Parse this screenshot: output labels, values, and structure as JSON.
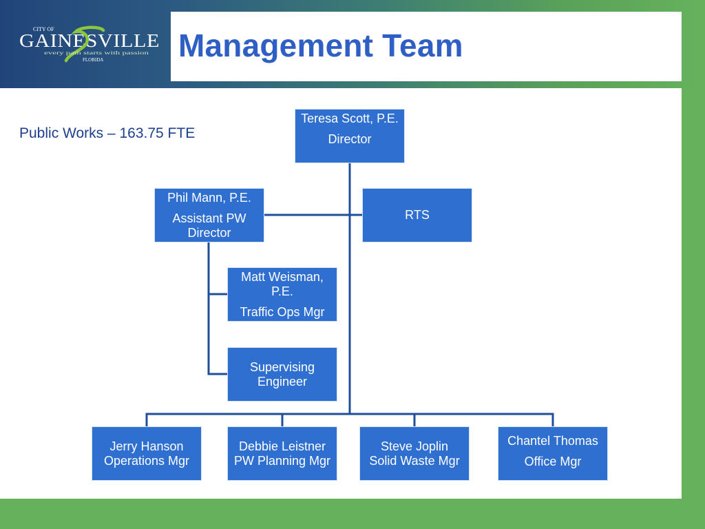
{
  "title": "Management Team",
  "logo": {
    "city_of": "CITY OF",
    "name": "GAINESVILLE",
    "tagline": "every path starts with passion",
    "state": "FLORIDA"
  },
  "caption": "Public Works – 163.75 FTE",
  "colors": {
    "box_fill": "#2f6fd0",
    "title_text": "#2f5fc4",
    "connector": "#1f4f9a",
    "band_green": "#66b25c",
    "band_blue": "#21457a"
  },
  "org": {
    "director": {
      "name": "Teresa Scott, P.E.",
      "role": "Director"
    },
    "assistant": {
      "name": "Phil Mann, P.E.",
      "role": "Assistant PW Director"
    },
    "rts": {
      "name": "RTS"
    },
    "traffic": {
      "name": "Matt Weisman, P.E.",
      "role": "Traffic Ops Mgr"
    },
    "supervising": {
      "name": "Supervising Engineer"
    },
    "operations": {
      "name": "Jerry Hanson",
      "role": "Operations Mgr"
    },
    "planning": {
      "name": "Debbie Leistner",
      "role": "PW Planning Mgr"
    },
    "solid_waste": {
      "name": "Steve Joplin",
      "role": "Solid Waste Mgr"
    },
    "office": {
      "name": "Chantel Thomas",
      "role": "Office Mgr"
    }
  }
}
